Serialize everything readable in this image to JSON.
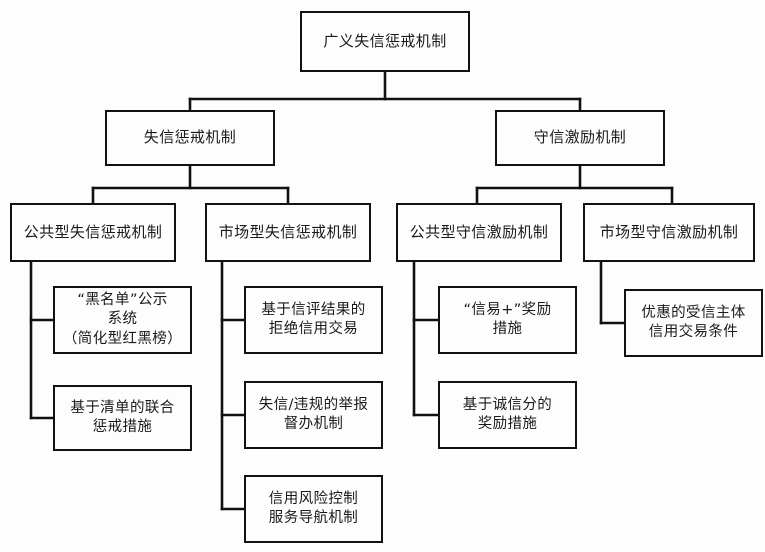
{
  "diagram": {
    "title": "广义失信惩戒机制",
    "type": "hierarchy-tree",
    "background_color": "#fdfdfd",
    "line_color": "#111111",
    "text_color": "#1a1a1a",
    "root": {
      "label": "广义失信惩戒机制"
    },
    "level2": [
      {
        "label": "失信惩戒机制"
      },
      {
        "label": "守信激励机制"
      }
    ],
    "level3": [
      {
        "label": "公共型失信惩戒机制"
      },
      {
        "label": "市场型失信惩戒机制"
      },
      {
        "label": "公共型守信激励机制"
      },
      {
        "label": "市场型守信激励机制"
      }
    ],
    "leaves": {
      "public_punish": [
        {
          "label": "“黑名单”公示\n系统\n（简化型红黑榜）"
        },
        {
          "label": "基于清单的联合\n惩戒措施"
        }
      ],
      "market_punish": [
        {
          "label": "基于信评结果的\n拒绝信用交易"
        },
        {
          "label": "失信/违规的举报\n督办机制"
        },
        {
          "label": "信用风险控制\n服务导航机制"
        }
      ],
      "public_reward": [
        {
          "label": "“信易+”奖励\n措施"
        },
        {
          "label": "基于诚信分的\n奖励措施"
        }
      ],
      "market_reward": [
        {
          "label": "优惠的受信主体\n信用交易条件"
        }
      ]
    }
  }
}
